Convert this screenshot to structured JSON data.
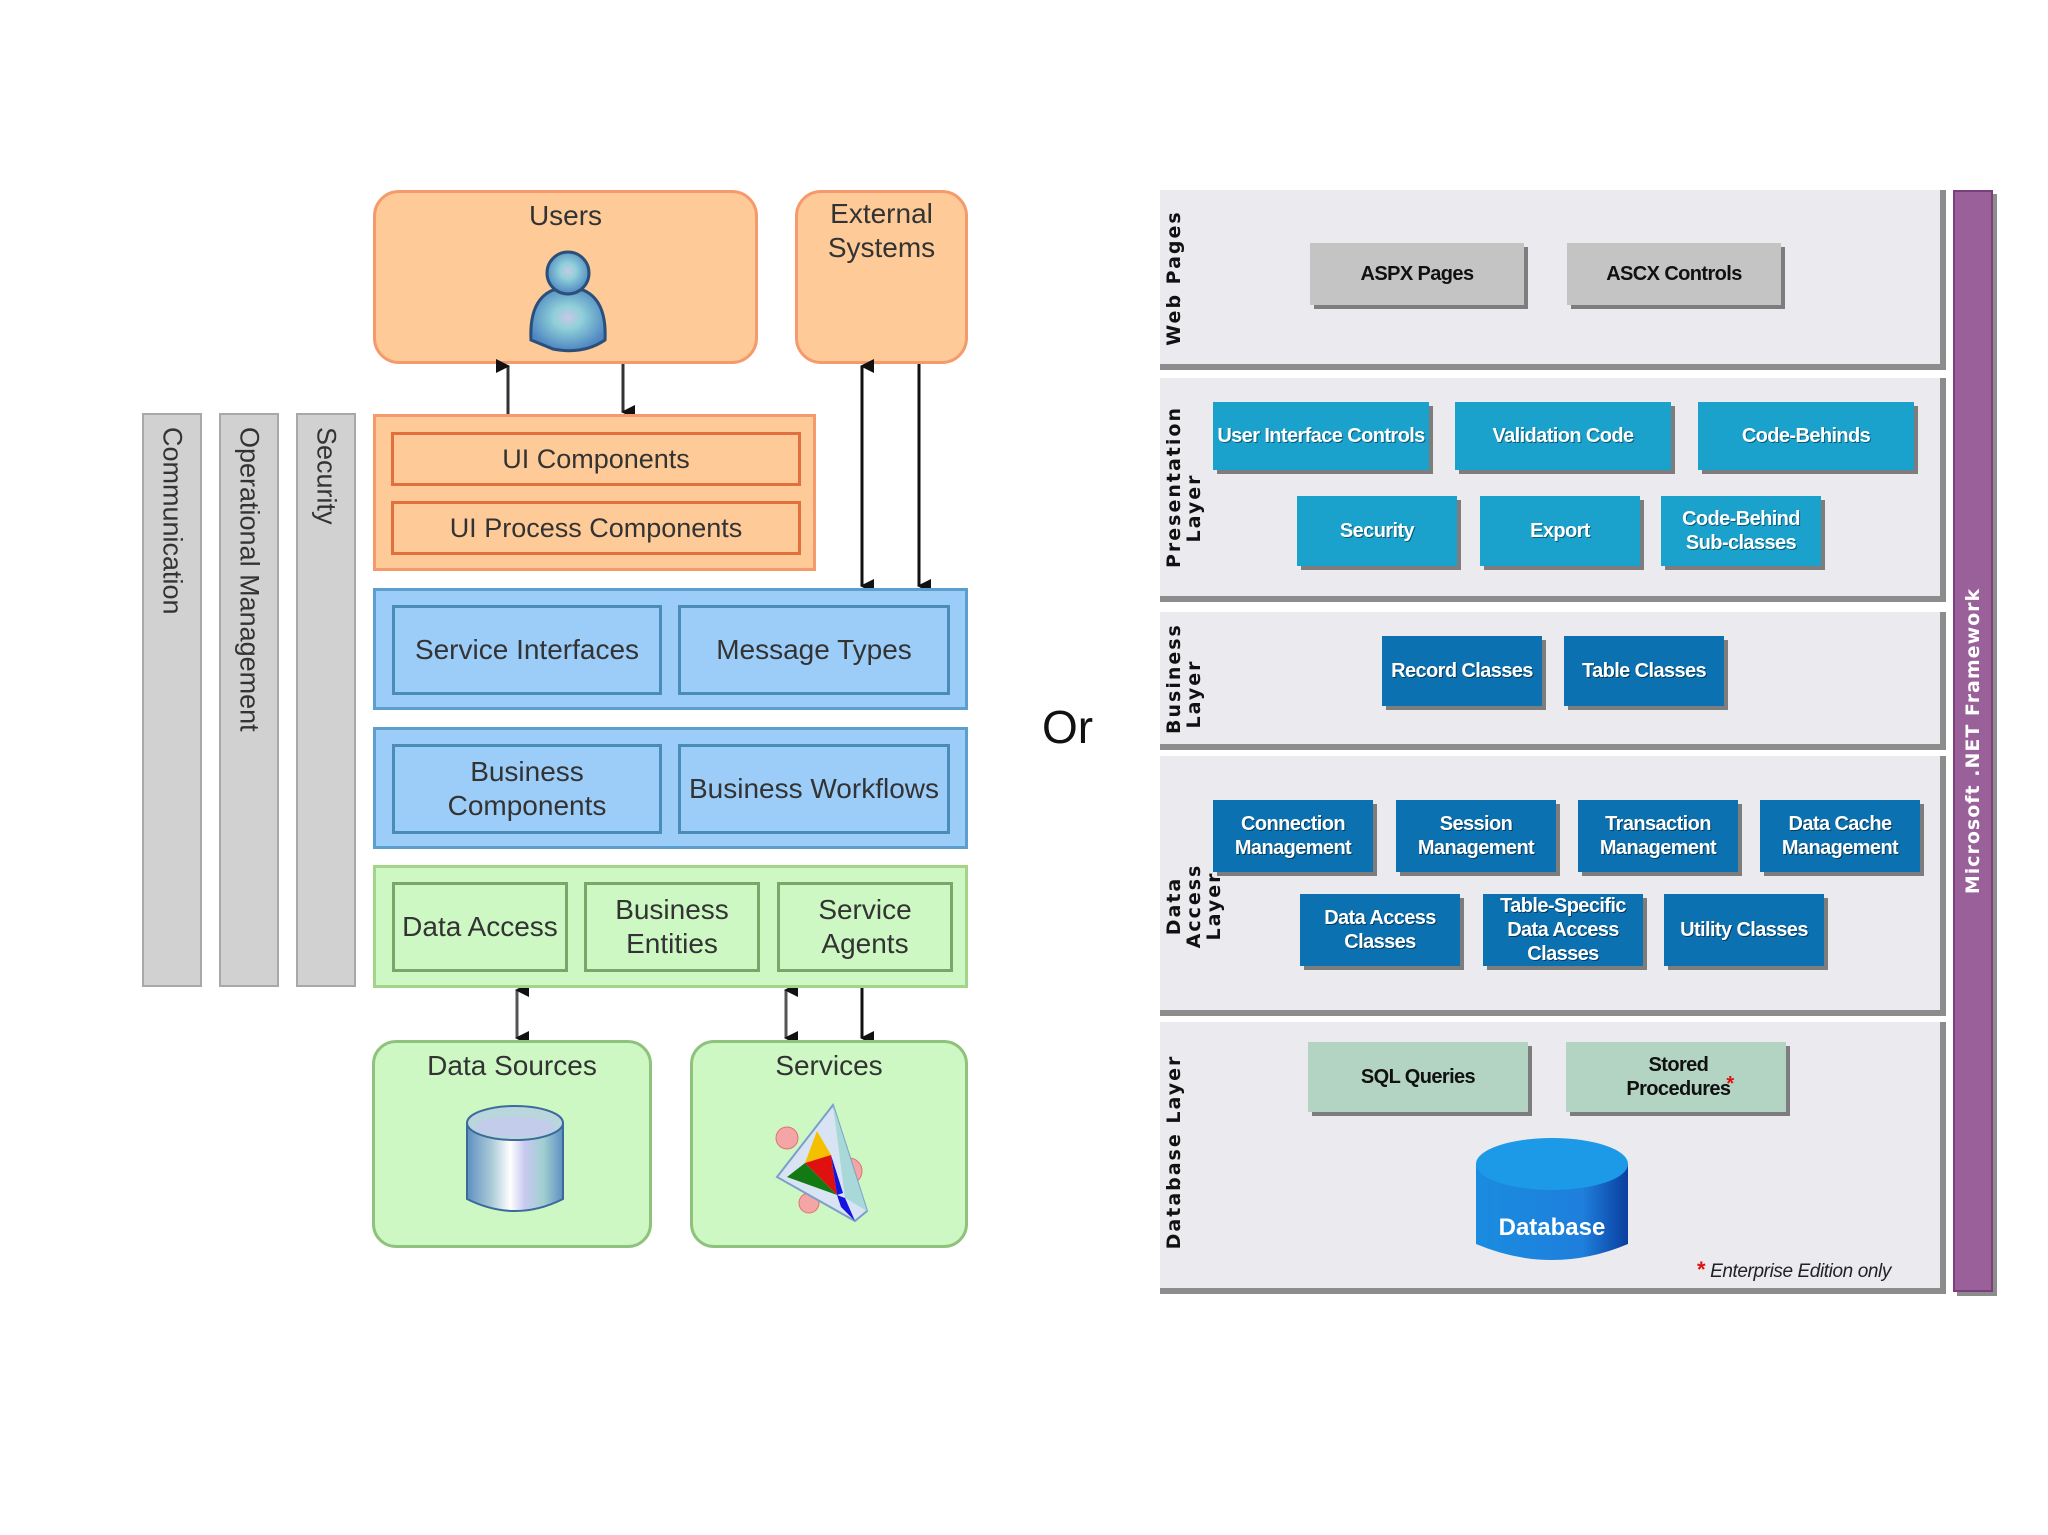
{
  "left_diagram": {
    "cross_cutting": [
      "Communication",
      "Operational Management",
      "Security"
    ],
    "users": {
      "title": "Users",
      "icon": "user-icon"
    },
    "external_systems": {
      "title": "External Systems"
    },
    "presentation": {
      "items": [
        "UI Components",
        "UI Process Components"
      ]
    },
    "services_layer": {
      "items": [
        "Service Interfaces",
        "Message Types"
      ]
    },
    "business_layer": {
      "items": [
        "Business Components",
        "Business Workflows"
      ]
    },
    "data_layer": {
      "items": [
        "Data Access",
        "Business Entities",
        "Service Agents"
      ]
    },
    "data_sources": {
      "title": "Data Sources",
      "icon": "database-icon"
    },
    "services": {
      "title": "Services",
      "icon": "service-prism-icon"
    },
    "colors": {
      "orange": "#fdca98",
      "blue": "#9ccdf8",
      "green": "#cdf8c4",
      "gray": "#d1d1d1"
    }
  },
  "separator": "Or",
  "right_diagram": {
    "framework_label": "Microsoft .NET Framework",
    "layers": [
      {
        "label": "Web Pages",
        "tiles": [
          "ASPX Pages",
          "ASCX Controls"
        ]
      },
      {
        "label": "Presentation Layer",
        "tiles": [
          "User Interface Controls",
          "Validation Code",
          "Code-Behinds",
          "Security",
          "Export",
          "Code-Behind Sub-classes"
        ]
      },
      {
        "label": "Business Layer",
        "tiles": [
          "Record Classes",
          "Table Classes"
        ]
      },
      {
        "label": "Data Access Layer",
        "tiles": [
          "Connection Management",
          "Session Management",
          "Transaction Management",
          "Data Cache Management",
          "Data Access Classes",
          "Table-Specific Data Access Classes",
          "Utility Classes"
        ]
      },
      {
        "label": "Database Layer",
        "tiles": [
          "SQL Queries",
          "Stored Procedures"
        ],
        "database": "Database"
      }
    ],
    "asterisk": "*",
    "footnote": "Enterprise Edition only",
    "colors": {
      "gray_tile": "#c4c4c4",
      "cyan_tile": "#1aa2cc",
      "blue_tile": "#0b71b0",
      "mint_tile": "#b3d4c2",
      "framework": "#99609a",
      "panel": "#ebebef"
    }
  }
}
